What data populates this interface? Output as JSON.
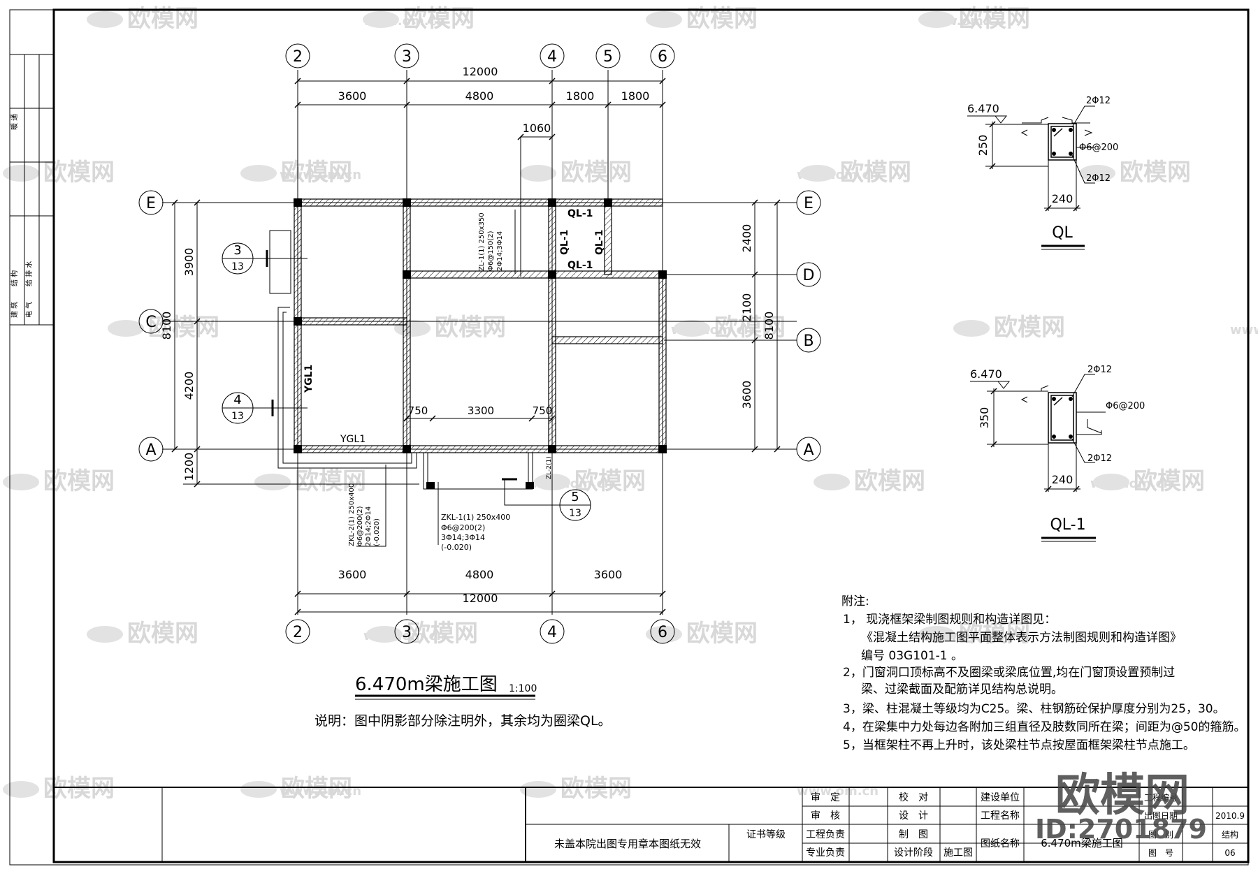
{
  "watermark": {
    "brand": "欧模网",
    "url": "www.om.cn",
    "big_brand": "欧模网",
    "id": "ID:2701879"
  },
  "drawing": {
    "title": "6.470m梁施工图",
    "scale": "1:100",
    "note": "说明：图中阴影部分除注明外，其余均为圈梁QL。"
  },
  "axes": {
    "top": [
      "2",
      "3",
      "4",
      "5",
      "6"
    ],
    "bottom": [
      "2",
      "3",
      "4",
      "6"
    ],
    "left": [
      "E",
      "C",
      "A"
    ],
    "right": [
      "E",
      "D",
      "B",
      "A"
    ]
  },
  "dims": {
    "top_total": "12000",
    "top_segments": [
      "3600",
      "4800",
      "1800",
      "1800"
    ],
    "top_1060": "1060",
    "bottom_segments": [
      "3600",
      "4800",
      "3600"
    ],
    "bottom_total": "12000",
    "left_segments": [
      "3900",
      "4200",
      "1200"
    ],
    "left_total": "8100",
    "right_segments": [
      "2400",
      "2100",
      "3600"
    ],
    "right_total": "8100",
    "opening": [
      "750",
      "3300",
      "750"
    ]
  },
  "beam_labels": {
    "ql1_top": "QL-1",
    "ql1_left": "QL-1",
    "ql1_right": "QL-1",
    "ql1_bottom": "QL-1",
    "ygl1_v": "YGL1",
    "ygl1_h": "YGL1",
    "zl1": [
      "ZL-1(1) 250x350",
      "Φ6@150(2)",
      "2Φ14;3Φ14"
    ],
    "zkl2": [
      "ZKL-2(1) 250x400",
      "Φ6@200(2)",
      "2Φ14;2Φ14",
      "(-0.020)"
    ],
    "zkl1": [
      "ZKL-1(1) 250x400",
      "Φ6@200(2)",
      "3Φ14;3Φ14",
      "(-0.020)"
    ],
    "zl_small": "ZL-2(1)"
  },
  "section_refs": [
    {
      "num": "3",
      "sheet": "13"
    },
    {
      "num": "4",
      "sheet": "13"
    },
    {
      "num": "5",
      "sheet": "13"
    }
  ],
  "sections": {
    "ql": {
      "elev": "6.470",
      "height": "250",
      "width": "240",
      "top": "2Φ12",
      "bottom": "2Φ12",
      "stirrup": "Φ6@200",
      "name": "QL"
    },
    "ql1": {
      "elev": "6.470",
      "height": "350",
      "width": "240",
      "top": "2Φ12",
      "bottom": "2Φ12",
      "stirrup": "Φ6@200",
      "name": "QL-1"
    }
  },
  "notes": {
    "heading": "附注:",
    "lines": [
      "1，  现浇框架梁制图规则和构造详图见：",
      "《混凝土结构施工图平面整体表示方法制图规则和构造详图》",
      "编号 03G101-1     。",
      "2，门窗洞口顶标高不及圈梁或梁底位置,均在门窗顶设置预制过",
      "梁、过梁截面及配筋详见结构总说明。",
      "3，梁、柱混凝土等级均为C25。梁、柱钢筋砼保护厚度分别为25，30。",
      "4，在梁集中力处每边各附加三组直径及肢数同所在梁；间距为@50的箍筋。",
      "5，当框架柱不再上升时，该处梁柱节点按屋面框架梁柱节点施工。"
    ]
  },
  "left_strip": {
    "top_text": "暖 通",
    "bottom_text": [
      "建 筑",
      "结 构",
      "电 气",
      "给 排 水"
    ]
  },
  "title_block": {
    "stamp_note": "未盖本院出图专用章本图纸无效",
    "cert_level": "证书等级",
    "rows": [
      [
        "审　定",
        "",
        "校　对",
        "",
        "建设单位",
        ""
      ],
      [
        "审　核",
        "",
        "设　计",
        "",
        "工程名称",
        ""
      ],
      [
        "工程负责",
        "",
        "制　图",
        "",
        "图纸名称",
        "6.470m梁施工图"
      ],
      [
        "专业负责",
        "",
        "设计阶段",
        "施工图",
        "",
        ""
      ]
    ],
    "right": [
      {
        "k": "工程编号",
        "v": ""
      },
      {
        "k": "出图日期",
        "v": "2010.9"
      },
      {
        "k": "图　别",
        "v": "结构"
      },
      {
        "k": "图　号",
        "v": "06"
      }
    ]
  }
}
